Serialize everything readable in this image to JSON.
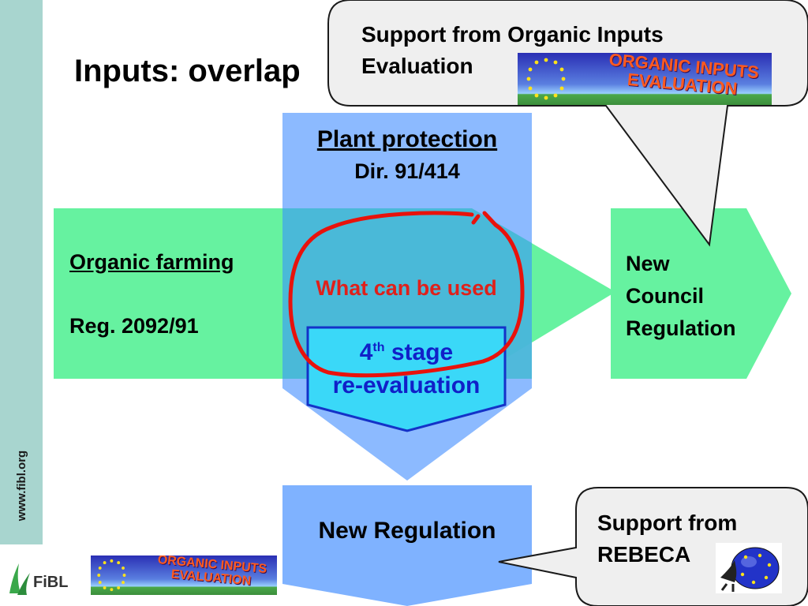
{
  "slide": {
    "title": "Inputs: overlap",
    "sidebar_url": "www.fibl.org"
  },
  "diagram": {
    "organic_farming": {
      "title": "Organic farming",
      "regulation": "Reg. 2092/91"
    },
    "plant_protection": {
      "title": "Plant protection",
      "directive": "Dir. 91/414"
    },
    "overlap": {
      "text": "What can be used"
    },
    "stage": {
      "number": "4",
      "superscript": "th",
      "stage_word": "stage",
      "line2": "re-evaluation"
    },
    "new_council_regulation": {
      "lines": [
        "New",
        "Council",
        "Regulation"
      ]
    },
    "new_regulation": {
      "text": "New Regulation"
    }
  },
  "callouts": {
    "organic_inputs": {
      "line1": "Support from Organic Inputs",
      "line2": "Evaluation"
    },
    "rebeca": {
      "line1": "Support from",
      "line2": "REBECA"
    }
  },
  "logos": {
    "organic_inputs_evaluation": {
      "line1": "ORGANIC INPUTS",
      "line2": "EVALUATION"
    },
    "fibl": {
      "text": "FiBL"
    }
  },
  "colors": {
    "sidebar": "#a8d5cf",
    "organic_arrow": "#66f2a0",
    "plant_protection": "#7fb2ff",
    "stage_box": "#3ad8f8",
    "overlap_text": "#e0201a",
    "stage_text": "#1020c8",
    "callout_fill": "#efefef"
  }
}
